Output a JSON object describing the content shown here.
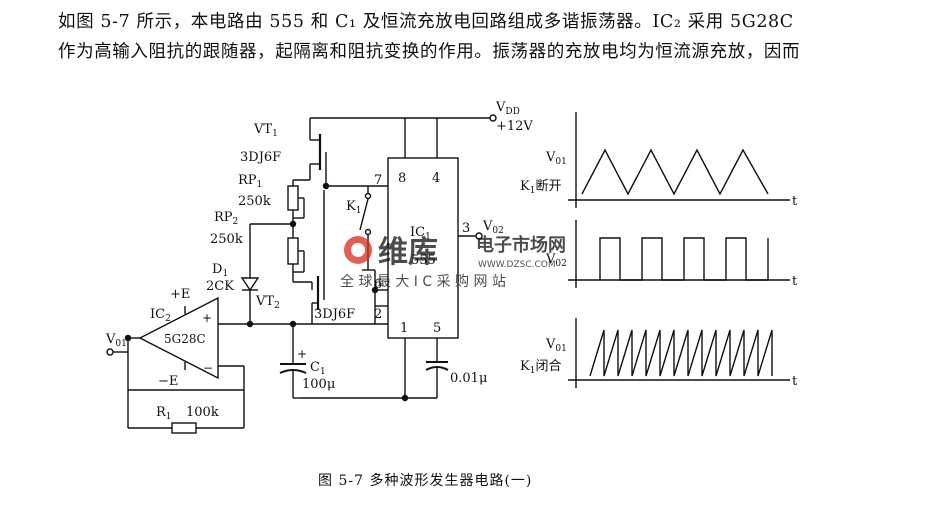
{
  "text": {
    "line1": "如图 5-7 所示，本电路由 555 和 C₁ 及恒流充放电回路组成多谐振荡器。IC₂ 采用 5G28C",
    "line2": "作为高输入阻抗的跟随器，起隔离和阻抗变换的作用。振荡器的充放电均为恒流源充放，因而",
    "caption": "图 5-7    多种波形发生器电路(一)"
  },
  "labels": {
    "vdd": "V",
    "vdd_sub": "DD",
    "vdd_value": "+12V",
    "vt1": "VT",
    "vt1_sub": "1",
    "vt1_type": "3DJ6F",
    "rp1": "RP",
    "rp1_sub": "1",
    "rp1_value": "250k",
    "rp2": "RP",
    "rp2_sub": "2",
    "rp2_value": "250k",
    "k1": "K",
    "k1_sub": "1",
    "d1": "D",
    "d1_sub": "1",
    "d1_type": "2CK",
    "vt2": "VT",
    "vt2_sub": "2",
    "vt2_type": "3DJ6F",
    "plus_e": "+E",
    "minus_e": "−E",
    "ic2": "IC",
    "ic2_sub": "2",
    "opamp": "5G28C",
    "vo1": "V",
    "vo1_sub": "01",
    "r1": "R",
    "r1_sub": "1",
    "r1_value": "100k",
    "c1": "C",
    "c1_sub": "1",
    "c1_value": "100μ",
    "cap2_value": "0.01μ",
    "ic1": "IC",
    "ic1_sub": "1",
    "ic1_type": "555",
    "vo2": "V",
    "vo2_sub": "02",
    "pin8": "8",
    "pin4": "4",
    "pin7": "7",
    "pin3": "3",
    "pin6": "6",
    "pin2": "2",
    "pin1": "1",
    "pin5": "5"
  },
  "waves": {
    "w1_label": "V",
    "w1_sub": "01",
    "w1_state": "断开",
    "w2_label": "V",
    "w2_sub": "02",
    "w3_label": "V",
    "w3_sub": "01",
    "w3_state": "闭合",
    "axis_t": "t"
  },
  "watermark": {
    "logo": "维库",
    "title": "电子市场网",
    "url": "WWW.DZSC.COM",
    "slogan": "全 球 最 大 I C 采 购 网 站"
  }
}
